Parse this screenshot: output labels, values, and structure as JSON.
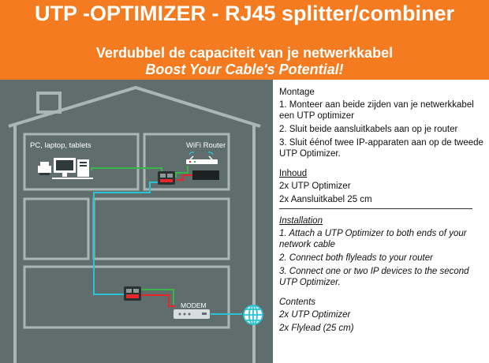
{
  "header": {
    "title": "UTP -OPTIMIZER - RJ45 splitter/combiner",
    "subtitle_nl": "Verdubbel de capaciteit van je netwerkkabel",
    "subtitle_en": "Boost Your Cable's Potential!"
  },
  "diagram": {
    "room_pc_label": "PC, laptop, tablets",
    "room_router_label": "WiFi Router",
    "modem_label": "MODEM",
    "colors": {
      "background": "#5f6e6d",
      "wall": "#a9b6b4",
      "cable_green": "#39b54a",
      "cable_cyan": "#29c4d6",
      "cable_red": "#e8262a",
      "banner": "#f47b20"
    },
    "icons": [
      "computer-icon",
      "printer-icon",
      "router-icon",
      "optimizer-icon",
      "modem-icon",
      "globe-icon"
    ]
  },
  "montage": {
    "heading": "Montage",
    "steps": [
      "1. Monteer aan beide zijden van je netwerkkabel een UTP optimizer",
      "2. Sluit beide aansluitkabels aan op je router",
      "3. Sluit éénof twee IP-apparaten aan op de tweede UTP Optimizer."
    ]
  },
  "inhoud": {
    "heading": "Inhoud",
    "items": [
      "2x UTP Optimizer",
      "2x Aansluitkabel 25 cm"
    ]
  },
  "installation": {
    "heading": "Installation",
    "steps": [
      "1. Attach a UTP Optimizer to both ends of your network cable",
      "2. Connect both flyleads to your router",
      "3. Connect one or two IP devices to the second UTP Optimizer."
    ]
  },
  "contents": {
    "heading": "Contents",
    "items": [
      "2x UTP Optimizer",
      "2x Flylead (25 cm)"
    ]
  }
}
